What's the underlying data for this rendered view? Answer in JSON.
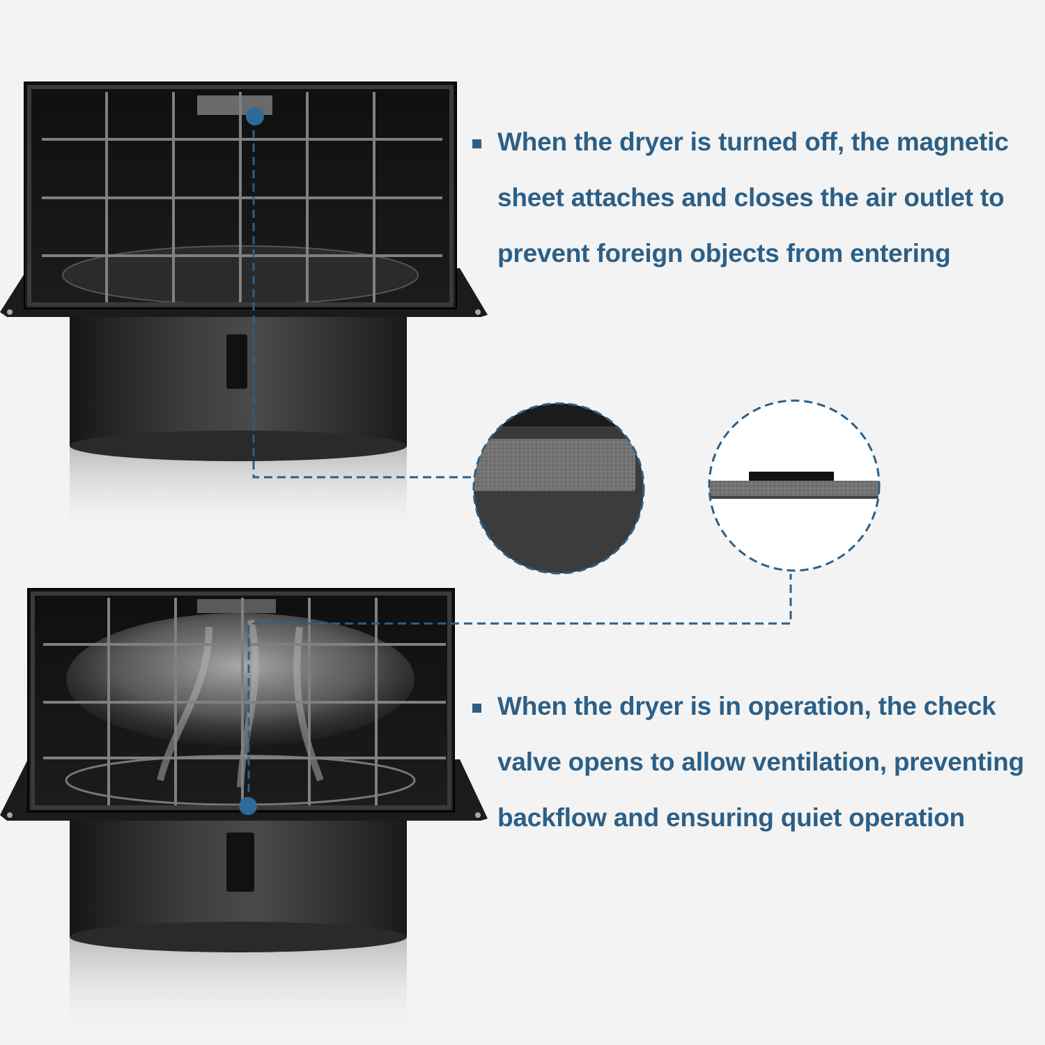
{
  "colors": {
    "accent": "#2c5f86",
    "background": "#f3f3f3",
    "vent_body": "#1e1e1e",
    "magnetic_sheet": "#6a6a6a"
  },
  "closed_state": {
    "lines": [
      "When the dryer is turned off, the magnetic",
      "sheet attaches and closes the air outlet to",
      "prevent foreign objects from entering"
    ]
  },
  "open_state": {
    "lines": [
      "When the dryer is in operation, the check",
      "valve opens to allow ventilation, preventing",
      "backflow and ensuring quiet operation"
    ]
  },
  "icons": [
    "bullet-square-icon",
    "callout-dot-icon"
  ]
}
